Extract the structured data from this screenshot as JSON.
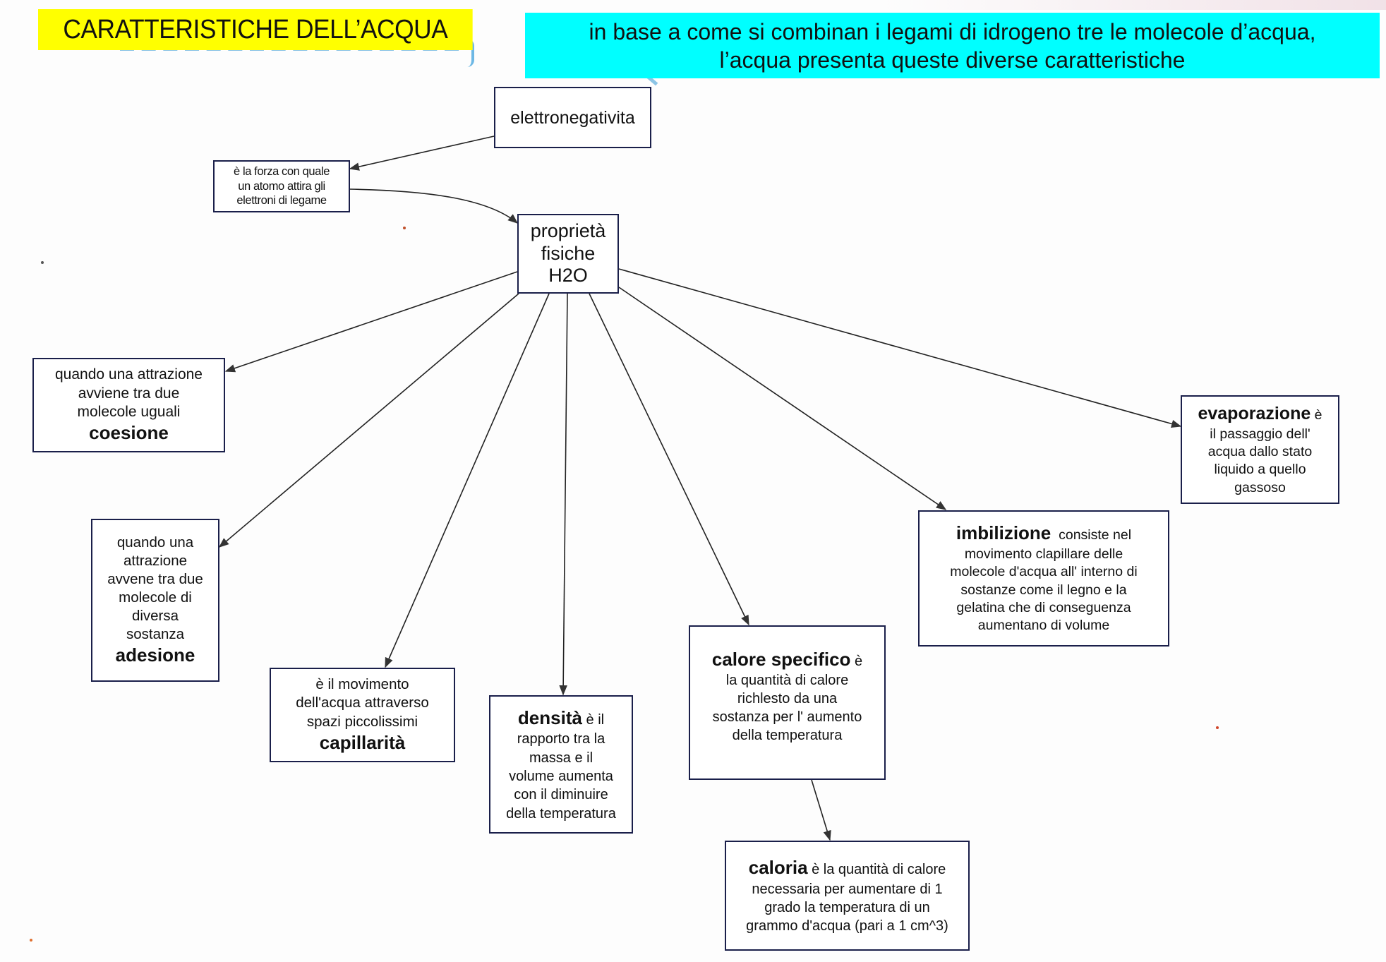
{
  "title": "CARATTERISTICHE DELL’ACQUA",
  "intro": {
    "line1": "in base a come si combinan i legami di idrogeno tre le molecole d’acqua,",
    "line2": "l’acqua presenta queste diverse caratteristiche"
  },
  "colors": {
    "title_bg": "#ffff00",
    "intro_bg": "#00ffff",
    "box_border": "#1a1f4a",
    "arrow": "#222222"
  },
  "nodes": {
    "elettronegativita": {
      "label": "elettronegativita"
    },
    "definizione_elettronegativita": {
      "lines": [
        "è la forza con quale",
        "un atomo attira gli",
        "elettroni di legame"
      ]
    },
    "proprieta": {
      "lines": [
        "proprietà",
        "fisiche",
        "H2O"
      ]
    },
    "coesione": {
      "lines": [
        "quando una attrazione",
        "avviene tra due",
        "molecole uguali"
      ],
      "term": "coesione"
    },
    "adesione": {
      "lines": [
        "quando una",
        "attrazione",
        "avvene tra due",
        "molecole di",
        "diversa",
        "sostanza"
      ],
      "term": "adesione"
    },
    "capillarita": {
      "lines": [
        "è il movimento",
        "dell'acqua attraverso",
        "spazi piccolissimi"
      ],
      "term": "capillarità"
    },
    "densita": {
      "term": "densità",
      "term_suffix": " è il",
      "lines": [
        "rapporto tra la",
        "massa e il",
        "volume aumenta",
        "con il diminuire",
        "della temperatura"
      ]
    },
    "calore_specifico": {
      "term": "calore specifico",
      "term_suffix": " è",
      "lines": [
        "la quantità di calore",
        "richlesto da una",
        "sostanza per l' aumento",
        "della temperatura"
      ]
    },
    "caloria": {
      "term": "caloria",
      "term_suffix": " è la quantità di calore",
      "lines": [
        "necessaria per aumentare di 1",
        "grado la temperatura di un",
        "grammo d'acqua (pari a 1 cm^3)"
      ]
    },
    "imbilizione": {
      "term": "imbilizione",
      "term_suffix": "  consiste nel",
      "lines": [
        "movimento clapillare delle",
        "molecole d'acqua all' interno di",
        "sostanze come il legno e la",
        "gelatina che di conseguenza",
        "aumentano di volume"
      ]
    },
    "evaporazione": {
      "term": "evaporazione",
      "term_suffix": " è",
      "lines": [
        "il passaggio dell'",
        "acqua dallo stato",
        "liquido a quello",
        "gassoso"
      ]
    }
  },
  "edges": [
    {
      "from": "elettronegativita",
      "to": "definizione_elettronegativita"
    },
    {
      "from": "definizione_elettronegativita",
      "to": "proprieta"
    },
    {
      "from": "proprieta",
      "to": "coesione"
    },
    {
      "from": "proprieta",
      "to": "adesione"
    },
    {
      "from": "proprieta",
      "to": "capillarita"
    },
    {
      "from": "proprieta",
      "to": "densita"
    },
    {
      "from": "proprieta",
      "to": "calore_specifico"
    },
    {
      "from": "proprieta",
      "to": "imbilizione"
    },
    {
      "from": "proprieta",
      "to": "evaporazione"
    },
    {
      "from": "calore_specifico",
      "to": "caloria"
    }
  ]
}
